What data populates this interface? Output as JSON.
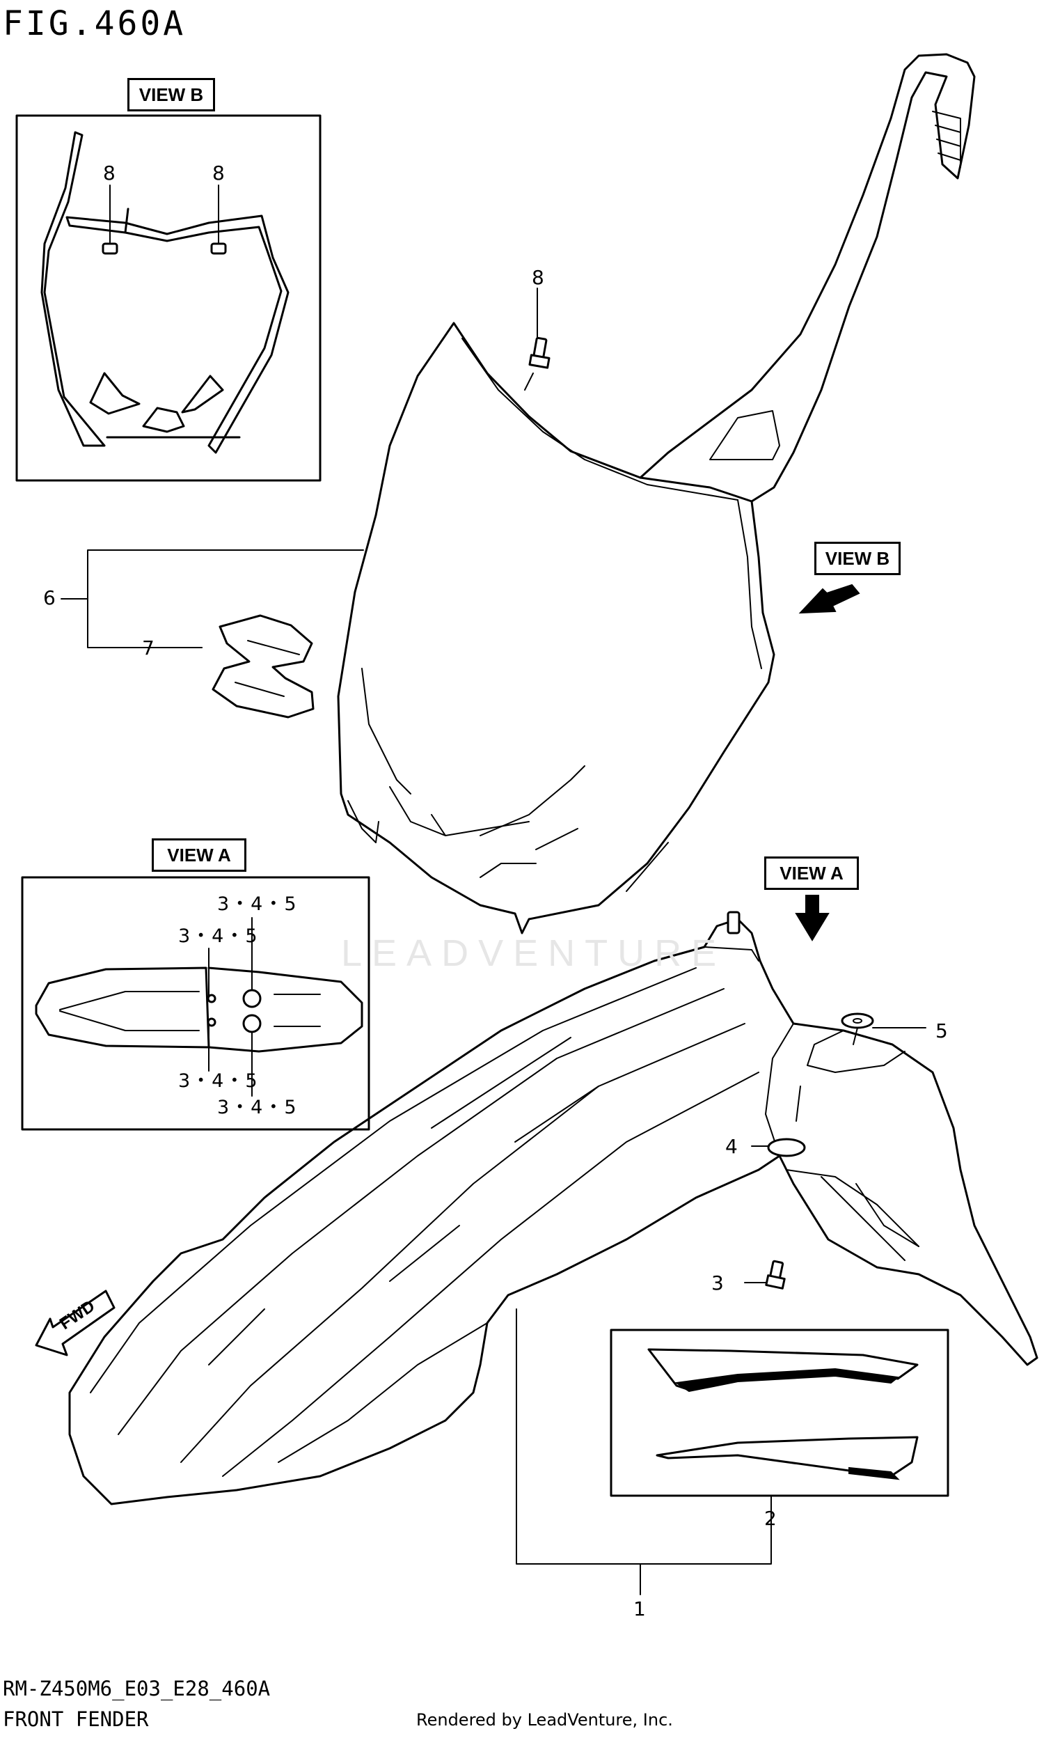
{
  "figure": {
    "title": "FIG.460A",
    "model_code": "RM-Z450M6_E03_E28_460A",
    "name": "FRONT FENDER",
    "rendered_by": "Rendered by LeadVenture, Inc.",
    "watermark": "LEADVENTURE"
  },
  "views": {
    "view_b": "VIEW B",
    "view_a": "VIEW A"
  },
  "fwd_label": "FWD",
  "callouts": {
    "c1": "1",
    "c2": "2",
    "c3": "3",
    "c4": "4",
    "c5": "5",
    "c6": "6",
    "c7": "7",
    "c8_main": "8",
    "c8_left": "8",
    "c8_right": "8",
    "a_top_right": "3・4・5",
    "a_top_left": "3・4・5",
    "a_bottom_left": "3・4・5",
    "a_bottom_right": "3・4・5"
  },
  "colors": {
    "line": "#000000",
    "background": "#ffffff",
    "watermark": "#e6e6e6"
  }
}
